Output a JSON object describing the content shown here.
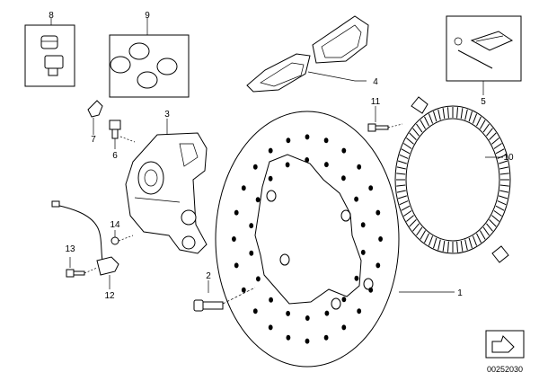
{
  "diagram": {
    "doc_number": "00252030",
    "callouts": [
      {
        "id": "8",
        "label": "8"
      },
      {
        "id": "9",
        "label": "9"
      },
      {
        "id": "4",
        "label": "4"
      },
      {
        "id": "5",
        "label": "5"
      },
      {
        "id": "3",
        "label": "3"
      },
      {
        "id": "7",
        "label": "7"
      },
      {
        "id": "6",
        "label": "6"
      },
      {
        "id": "11",
        "label": "11"
      },
      {
        "id": "10",
        "label": "10"
      },
      {
        "id": "14",
        "label": "14"
      },
      {
        "id": "13",
        "label": "13"
      },
      {
        "id": "12",
        "label": "12"
      },
      {
        "id": "2",
        "label": "2"
      },
      {
        "id": "1",
        "label": "1"
      }
    ]
  }
}
